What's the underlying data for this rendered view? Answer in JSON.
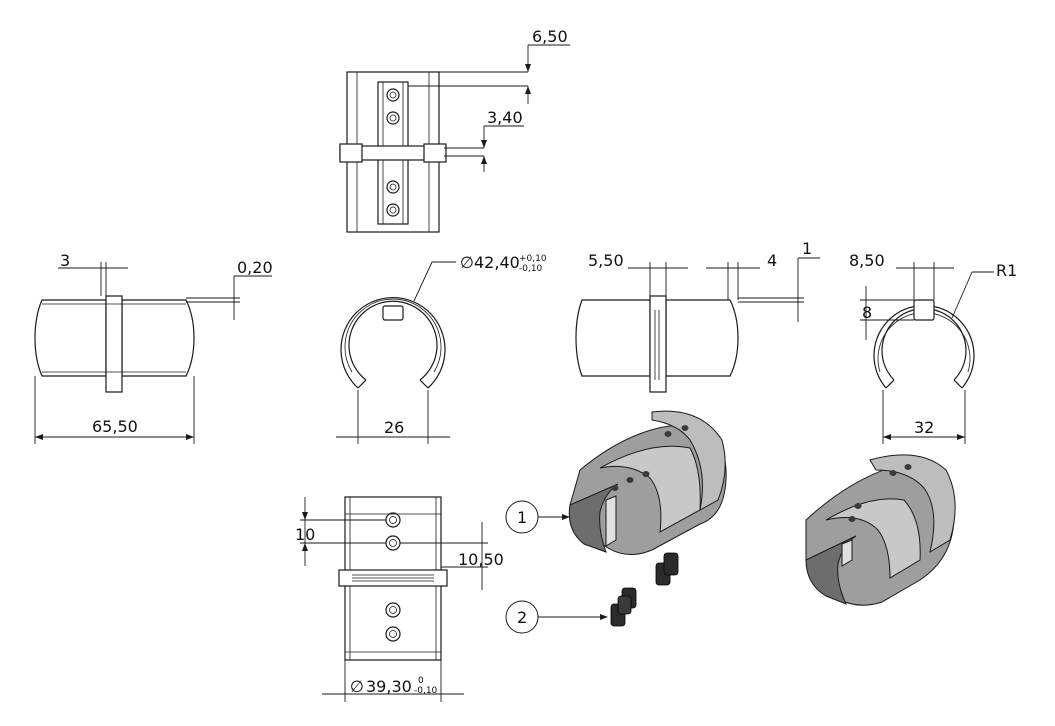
{
  "dimensions": {
    "top_view_offset": "6,50",
    "top_view_slot": "3,40",
    "side_gap": "3",
    "side_clearance": "0,20",
    "side_length": "65,50",
    "front_diameter": "42,40",
    "front_diameter_tol_upper": "+0,10",
    "front_diameter_tol_lower": "-0,10",
    "front_opening": "26",
    "right_band": "5,50",
    "right_step": "4",
    "right_offset": "1",
    "end_width": "8,50",
    "end_height": "8",
    "end_radius": "R1",
    "end_opening": "32",
    "bottom_hole_pitch": "10",
    "bottom_hole_offset": "10,50",
    "bottom_diameter": "39,30",
    "bottom_diameter_tol_upper": "0",
    "bottom_diameter_tol_lower": "-0,10",
    "diameter_symbol": "∅"
  },
  "balloons": [
    "1",
    "2"
  ],
  "colors": {
    "ink": "#1a1a1a",
    "metal_light": "#bdbdbd",
    "metal_mid": "#9e9e9e",
    "metal_dark": "#6d6d6d",
    "screw": "#2b2b2b"
  }
}
